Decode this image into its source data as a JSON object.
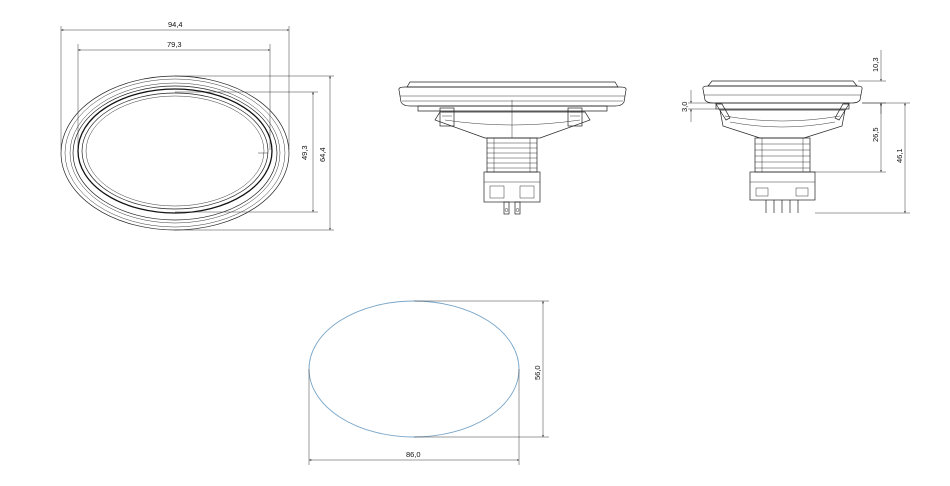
{
  "dimensions": {
    "outer_width": "94,4",
    "inner_width": "79,3",
    "inner_height": "49,3",
    "outer_height": "64,4",
    "bezel_height": "10,3",
    "flange_thickness": "3,0",
    "body_depth": "26,5",
    "total_depth": "46,1",
    "cutout_height": "56,0",
    "cutout_width": "86,0"
  },
  "colors": {
    "line": "#222222",
    "cutout_outline": "#7aa6c8",
    "background": "#ffffff"
  }
}
